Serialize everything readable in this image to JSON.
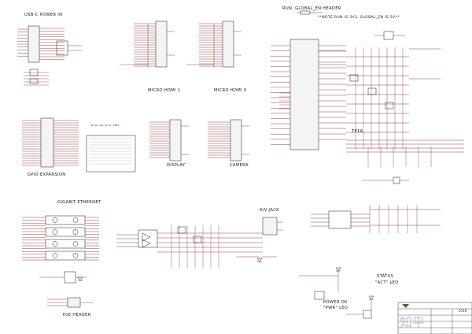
{
  "sections": {
    "usb_c": "USB-C POWER IN",
    "micro_hdmi_1": "MICRO HDMI 1",
    "micro_hdmi_0": "MICRO HDMI 0",
    "run_header": "RUN, GLOBAL_EN HEADER",
    "run_note": "**NOTE RUN IS 3V3, GLOBAL_EN IS 5V**",
    "gpio_expansion": "GPIO EXPANSION",
    "display": "DISPLAY",
    "camera": "CAMERA",
    "gigabit_ethernet": "GIGABIT ETHERNET",
    "poe_header": "PoE HEADER",
    "av_jack": "A/V JACK",
    "power_ok_led": "POWER OK",
    "pwr_led": "\"PWR\" LED",
    "status_led": "STATUS",
    "act_led": "\"ACT\" LED",
    "pmic_ref": "TP1A"
  },
  "gpio_note_title": "ID_SD and ID_SC PINS:",
  "title_block": {
    "date": "2018",
    "watermark": "知乎"
  },
  "colors": {
    "wire": "#7a1010",
    "component": "#1a1a1a",
    "fill": "#f4f4f4"
  }
}
